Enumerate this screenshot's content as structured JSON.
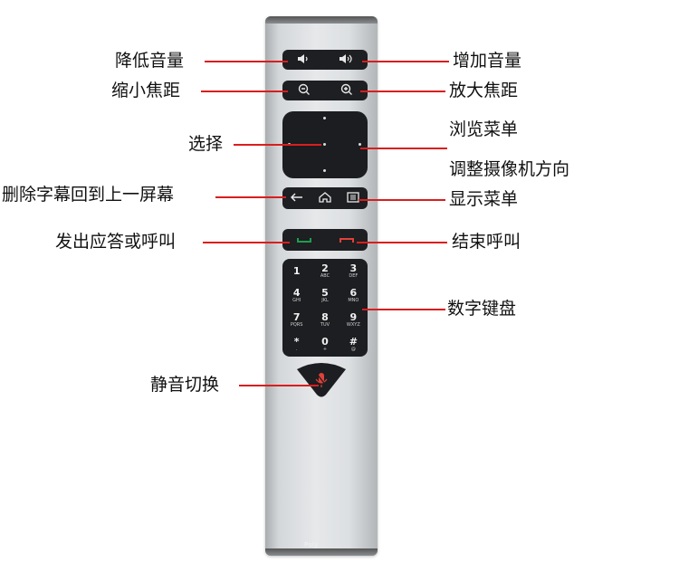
{
  "labels": {
    "volume_down": "降低音量",
    "volume_up": "增加音量",
    "zoom_out": "缩小焦距",
    "zoom_in": "放大焦距",
    "select": "选择",
    "browse_menu": "浏览菜单",
    "adjust_camera": "调整摄像机方向",
    "delete_back": "删除字幕回到上一屏幕",
    "show_menu": "显示菜单",
    "call_answer": "发出应答或呼叫",
    "end_call": "结束呼叫",
    "keypad": "数字键盘",
    "mute_toggle": "静音切换"
  },
  "keys": [
    {
      "digit": "1",
      "sub": ""
    },
    {
      "digit": "2",
      "sub": "ABC"
    },
    {
      "digit": "3",
      "sub": "DEF"
    },
    {
      "digit": "4",
      "sub": "GHI"
    },
    {
      "digit": "5",
      "sub": "JKL"
    },
    {
      "digit": "6",
      "sub": "MNO"
    },
    {
      "digit": "7",
      "sub": "PQRS"
    },
    {
      "digit": "8",
      "sub": "TUV"
    },
    {
      "digit": "9",
      "sub": "WXYZ"
    },
    {
      "digit": "*",
      "sub": "."
    },
    {
      "digit": "0",
      "sub": "+"
    },
    {
      "digit": "#",
      "sub": "@"
    }
  ],
  "brand": "Poly",
  "colors": {
    "leader_line": "#d91e1e",
    "call_green": "#1f9d4a",
    "end_red": "#e0413a"
  }
}
